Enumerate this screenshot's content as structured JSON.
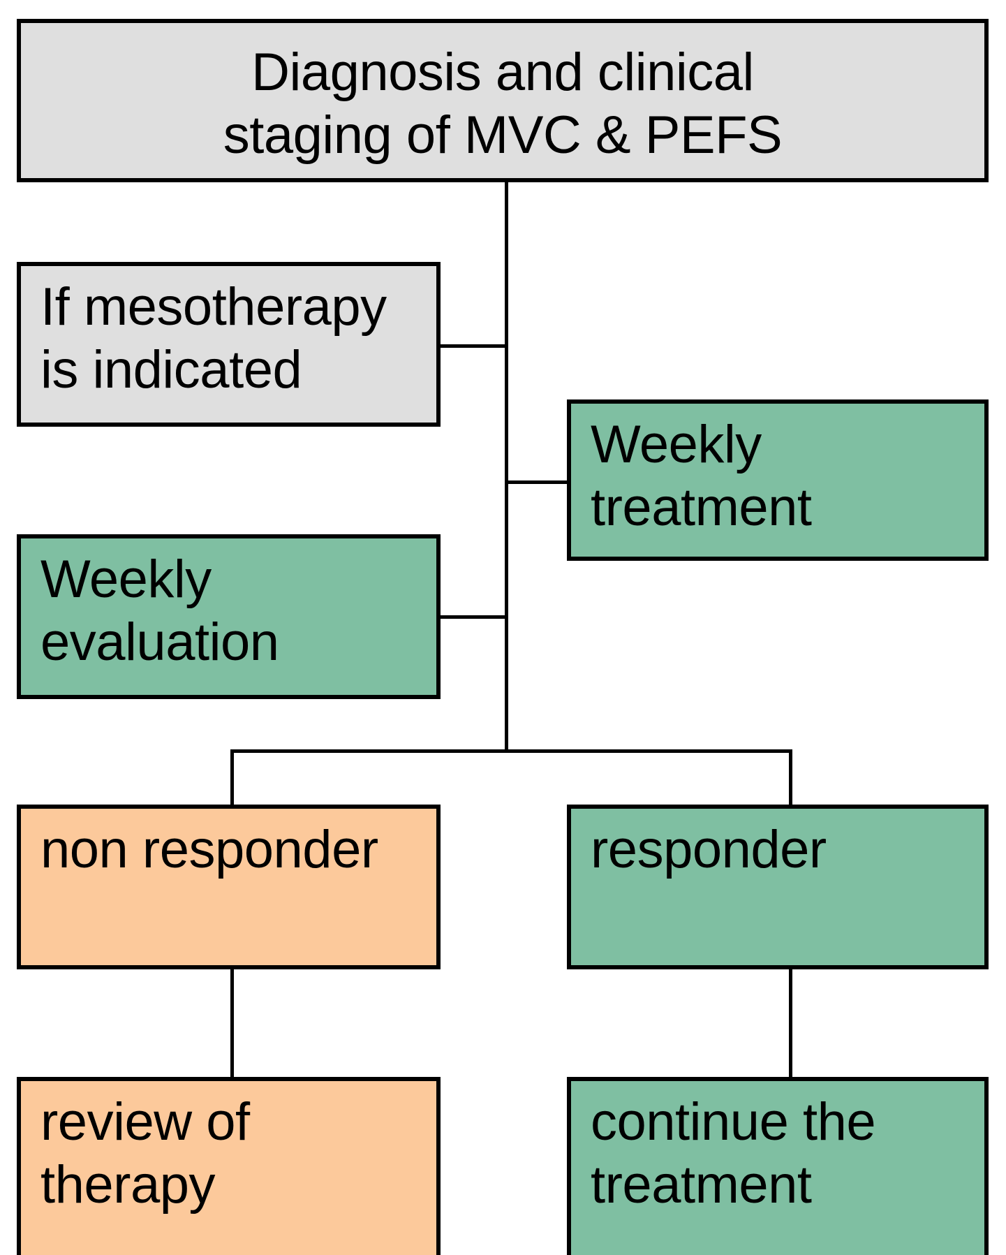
{
  "diagram": {
    "title": "Diagnosis and clinical staging of MVC & PEFS treatment flowchart",
    "colors": {
      "gray": "#dfdfdf",
      "green": "#7fbfa2",
      "orange": "#fcc99b",
      "line": "#000000",
      "background": "#ffffff"
    },
    "nodes": [
      {
        "id": "diagnosis",
        "label": "Diagnosis and clinical\nstaging of MVC & PEFS",
        "color": "gray",
        "align": "center"
      },
      {
        "id": "indication",
        "label": "If mesotherapy\nis indicated",
        "color": "gray",
        "align": "left"
      },
      {
        "id": "weekly-treatment",
        "label": "Weekly\ntreatment",
        "color": "green",
        "align": "left"
      },
      {
        "id": "weekly-evaluation",
        "label": "Weekly\nevaluation",
        "color": "green",
        "align": "left"
      },
      {
        "id": "non-responder",
        "label": "non responder",
        "color": "orange",
        "align": "left"
      },
      {
        "id": "responder",
        "label": "responder",
        "color": "green",
        "align": "left"
      },
      {
        "id": "review-therapy",
        "label": "review of\ntherapy",
        "color": "orange",
        "align": "left"
      },
      {
        "id": "continue-treatment",
        "label": "continue the\ntreatment",
        "color": "green",
        "align": "left"
      }
    ],
    "edges": [
      {
        "from": "diagnosis",
        "to": "indication"
      },
      {
        "from": "diagnosis",
        "to": "weekly-treatment"
      },
      {
        "from": "diagnosis",
        "to": "weekly-evaluation"
      },
      {
        "from": "weekly-evaluation",
        "to": "non-responder"
      },
      {
        "from": "weekly-evaluation",
        "to": "responder"
      },
      {
        "from": "non-responder",
        "to": "review-therapy"
      },
      {
        "from": "responder",
        "to": "continue-treatment"
      }
    ]
  }
}
